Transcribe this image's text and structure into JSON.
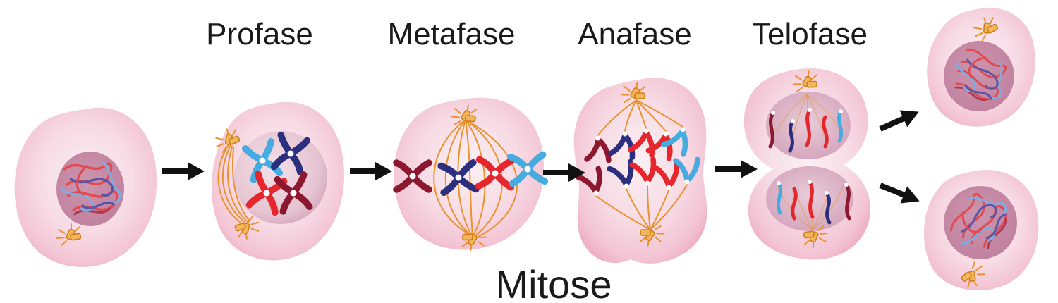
{
  "title": "Mitose",
  "labels": {
    "profase": "Profase",
    "metafase": "Metafase",
    "anafase": "Anafase",
    "telofase": "Telofase"
  },
  "palette": {
    "background": "#ffffff",
    "label_color": "#1a1a1a",
    "arrow_color": "#111111",
    "cell_center": "#fbf0f4",
    "cell_mid": "#f7dbe5",
    "cell_edge": "#efb0c6",
    "nucleus_center": "#cc95ae",
    "nucleus_edge": "#c0809d",
    "profase_nucleus_center": "#f3e0e7",
    "profase_nucleus_edge": "#d2a2b9",
    "telofase_nucleus_center": "#e8ccd8",
    "telofase_nucleus_edge": "#d2a0b8",
    "spindle": "#e8932f",
    "centriole_fill": "#f2b65a",
    "centriole_stroke": "#d07e1c",
    "chromosome_maroon": "#8c1830",
    "chromosome_red": "#e5262c",
    "chromosome_navy": "#2b2f7e",
    "chromosome_lightblue": "#46abe1",
    "thread_red": "#e04a50",
    "thread_crimson": "#b03a54",
    "thread_blue": "#7fabde",
    "thread_purple": "#5c55a5"
  }
}
